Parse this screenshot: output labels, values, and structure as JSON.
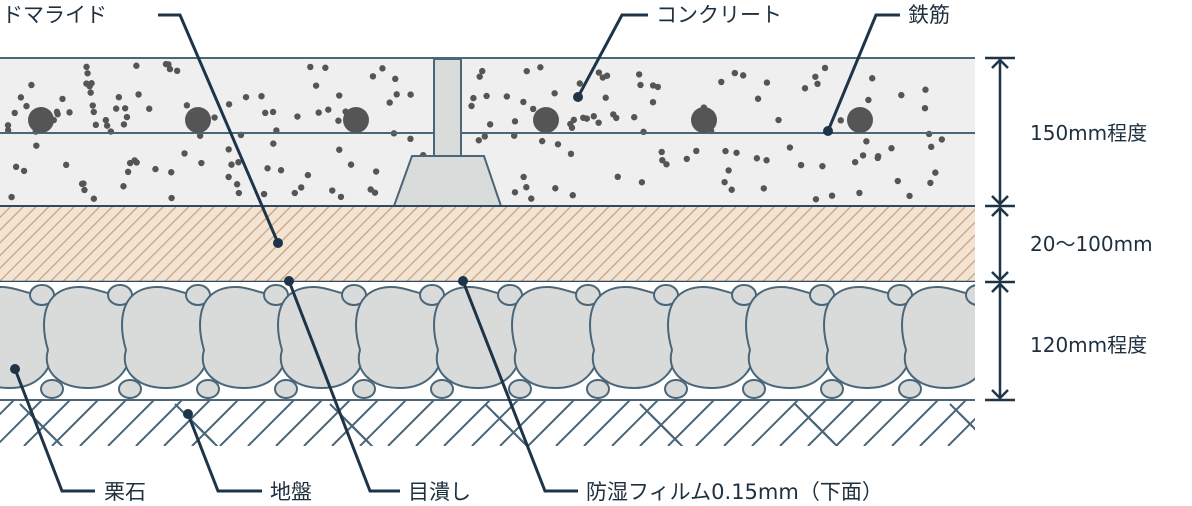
{
  "labels": {
    "dummy_light": "ドマライド",
    "concrete": "コンクリート",
    "rebar": "鉄筋",
    "gravel": "栗石",
    "ground": "地盤",
    "filler": "目潰し",
    "film": "防湿フィルム0.15mm（下面）"
  },
  "dimensions": {
    "concrete": "150mm程度",
    "dummy_light": "20〜100mm",
    "gravel": "120mm程度"
  },
  "colors": {
    "concrete": "#efefef",
    "aggregate": "#555555",
    "hatch_fill": "#f3e3d3",
    "hatch_line": "#c9a27c",
    "stone": "#d9dbdb",
    "edge": "#4a6678",
    "leader": "#1e3448"
  }
}
